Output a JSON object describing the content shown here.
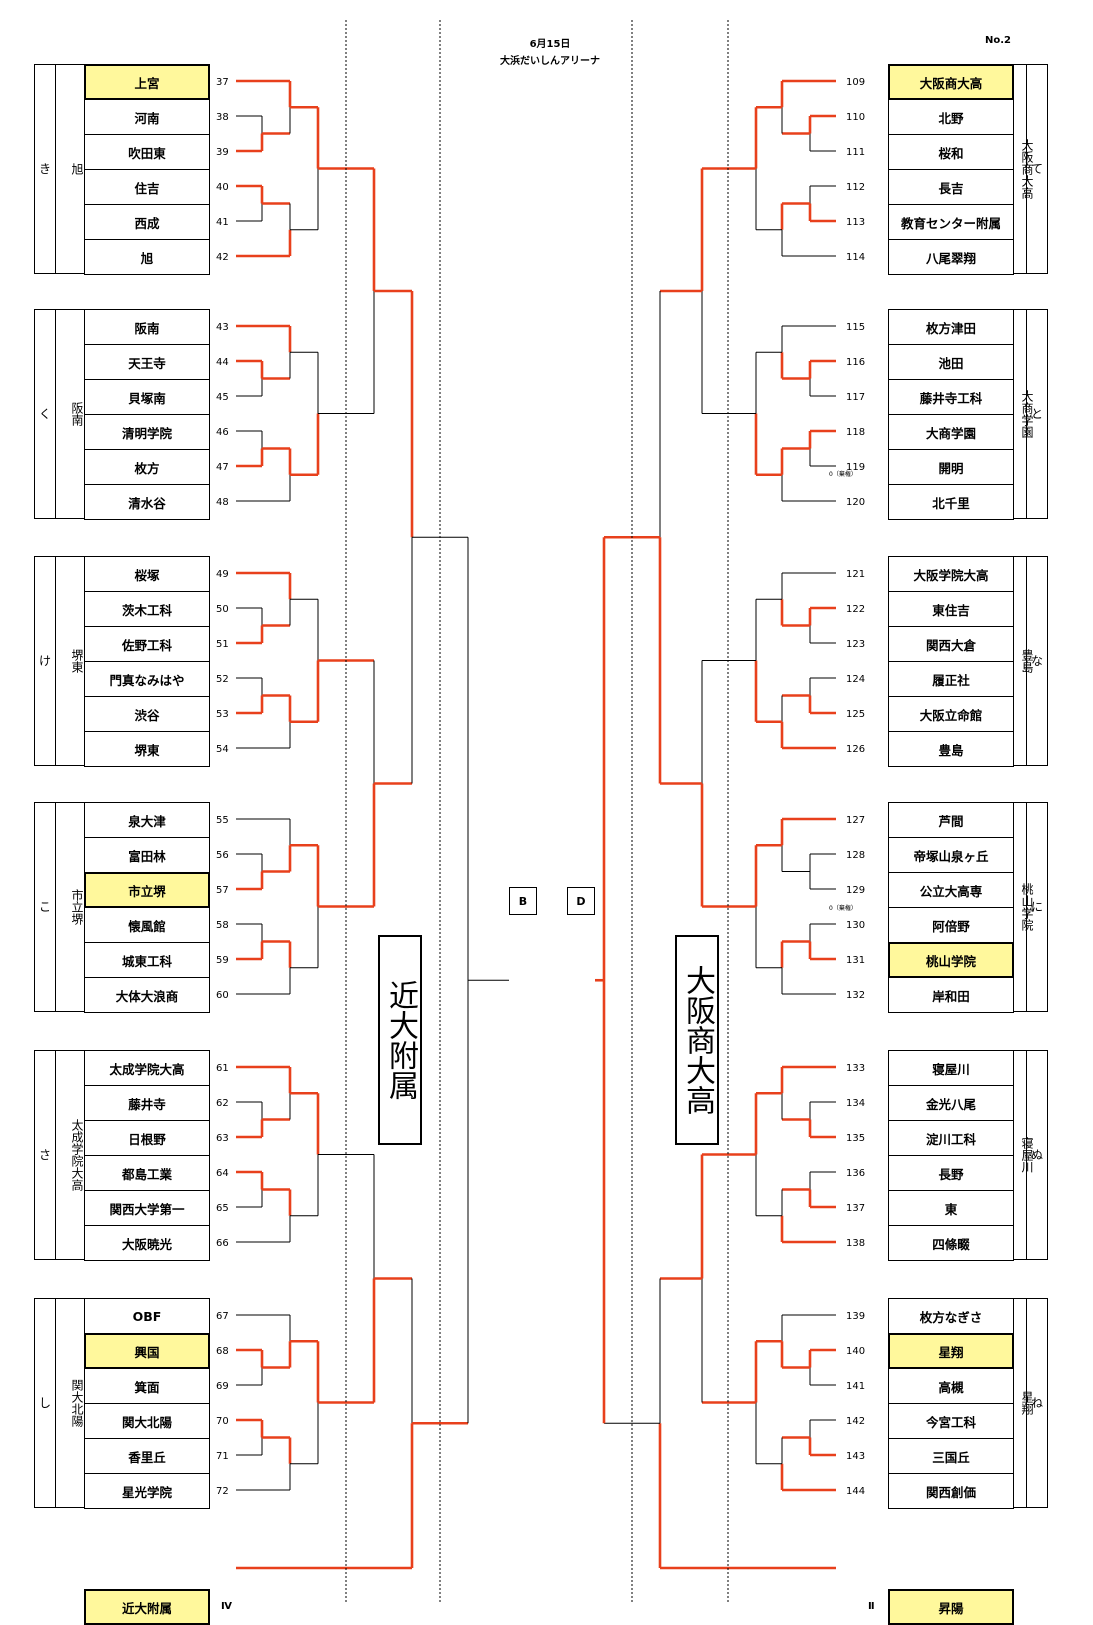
{
  "header": {
    "date": "6月15日",
    "venue": "大浜だいしんアリーナ",
    "page_no": "No.2"
  },
  "center": {
    "left_ab": "B",
    "right_ab": "D"
  },
  "left": {
    "champion": "近大附属",
    "final_team": "近大附属",
    "final_seed": "Ⅳ",
    "groups": [
      {
        "kana": "き",
        "label": "旭",
        "teams": [
          "上宮",
          "河南",
          "吹田東",
          "住吉",
          "西成",
          "旭"
        ],
        "seeds": [
          "37",
          "38",
          "39",
          "40",
          "41",
          "42"
        ]
      },
      {
        "kana": "く",
        "label": "阪南",
        "teams": [
          "阪南",
          "天王寺",
          "貝塚南",
          "清明学院",
          "枚方",
          "清水谷"
        ],
        "seeds": [
          "43",
          "44",
          "45",
          "46",
          "47",
          "48"
        ]
      },
      {
        "kana": "け",
        "label": "堺東",
        "teams": [
          "桜塚",
          "茨木工科",
          "佐野工科",
          "門真なみはや",
          "渋谷",
          "堺東"
        ],
        "seeds": [
          "49",
          "50",
          "51",
          "52",
          "53",
          "54"
        ]
      },
      {
        "kana": "こ",
        "label": "市立堺",
        "teams": [
          "泉大津",
          "富田林",
          "市立堺",
          "懐風館",
          "城東工科",
          "大体大浪商"
        ],
        "seeds": [
          "55",
          "56",
          "57",
          "58",
          "59",
          "60"
        ]
      },
      {
        "kana": "さ",
        "label": "太成学院大高",
        "teams": [
          "太成学院大高",
          "藤井寺",
          "日根野",
          "都島工業",
          "関西大学第一",
          "大阪暁光"
        ],
        "seeds": [
          "61",
          "62",
          "63",
          "64",
          "65",
          "66"
        ]
      },
      {
        "kana": "し",
        "label": "関大北陽",
        "teams": [
          "OBF",
          "興国",
          "箕面",
          "関大北陽",
          "香里丘",
          "星光学院"
        ],
        "seeds": [
          "67",
          "68",
          "69",
          "70",
          "71",
          "72"
        ]
      }
    ]
  },
  "right": {
    "champion": "大阪商大高",
    "final_team": "昇陽",
    "final_seed": "Ⅱ",
    "groups": [
      {
        "kana": "て",
        "label": "大阪商大高",
        "teams": [
          "大阪商大高",
          "北野",
          "桜和",
          "長吉",
          "教育センター附属",
          "八尾翠翔"
        ],
        "seeds": [
          "109",
          "110",
          "111",
          "112",
          "113",
          "114"
        ]
      },
      {
        "kana": "と",
        "label": "大商学園",
        "teams": [
          "枚方津田",
          "池田",
          "藤井寺工科",
          "大商学園",
          "開明",
          "北千里"
        ],
        "seeds": [
          "115",
          "116",
          "117",
          "118",
          "119",
          "120"
        ]
      },
      {
        "kana": "な",
        "label": "豊島",
        "teams": [
          "大阪学院大高",
          "東住吉",
          "関西大倉",
          "履正社",
          "大阪立命館",
          "豊島"
        ],
        "seeds": [
          "121",
          "122",
          "123",
          "124",
          "125",
          "126"
        ]
      },
      {
        "kana": "に",
        "label": "桃山学院",
        "teams": [
          "芦間",
          "帝塚山泉ヶ丘",
          "公立大高専",
          "阿倍野",
          "桃山学院",
          "岸和田"
        ],
        "seeds": [
          "127",
          "128",
          "129",
          "130",
          "131",
          "132"
        ]
      },
      {
        "kana": "ぬ",
        "label": "寝屋川",
        "teams": [
          "寝屋川",
          "金光八尾",
          "淀川工科",
          "長野",
          "東",
          "四條畷"
        ],
        "seeds": [
          "133",
          "134",
          "135",
          "136",
          "137",
          "138"
        ]
      },
      {
        "kana": "ね",
        "label": "星翔",
        "teams": [
          "枚方なぎさ",
          "星翔",
          "高槻",
          "今宮工科",
          "三国丘",
          "関西創価"
        ],
        "seeds": [
          "139",
          "140",
          "141",
          "142",
          "143",
          "144"
        ]
      }
    ]
  },
  "notes": {
    "withdraw_119": "0（棄権）",
    "withdraw_129": "0（棄権）"
  },
  "colors": {
    "win": "#e8401c",
    "line": "#000000",
    "highlight": "#fff89c"
  }
}
